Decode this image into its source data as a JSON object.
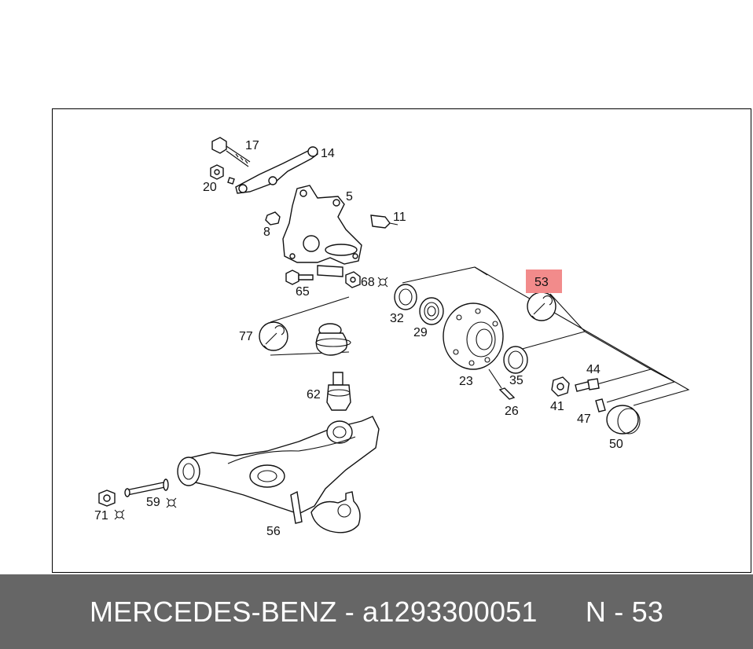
{
  "diagram": {
    "labels": {
      "p17": "17",
      "p14": "14",
      "p20": "20",
      "p5": "5",
      "p8": "8",
      "p11": "11",
      "p65": "65",
      "p68": "68",
      "p77": "77",
      "p62": "62",
      "p32": "32",
      "p29": "29",
      "p53": "53",
      "p23": "23",
      "p35": "35",
      "p26": "26",
      "p44": "44",
      "p41": "41",
      "p47": "47",
      "p50": "50",
      "p59": "59",
      "p71": "71",
      "p56": "56"
    },
    "highlight_color": "#f28b8b"
  },
  "footer": {
    "brand": "MERCEDES-BENZ",
    "separator": " - ",
    "part_number": "a1293300051",
    "position_label": "N - 53",
    "background": "#666666"
  }
}
